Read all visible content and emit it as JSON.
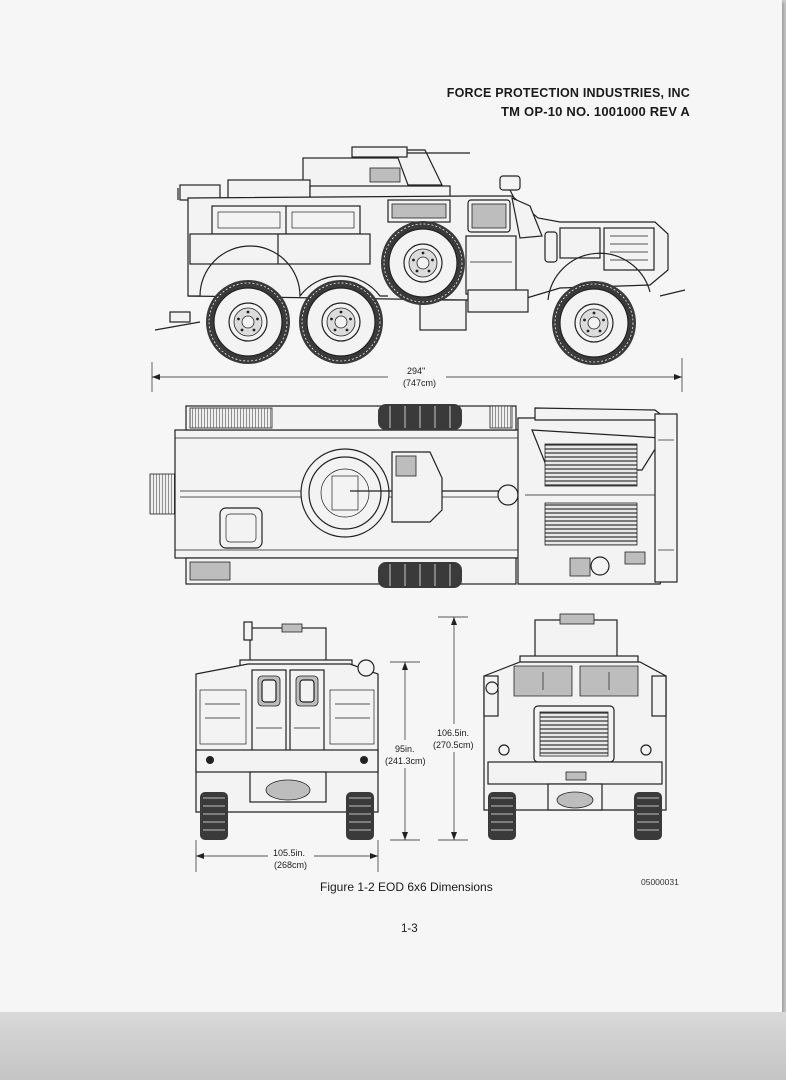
{
  "header": {
    "company": "FORCE PROTECTION INDUSTRIES, INC",
    "tm_number": "TM OP-10 NO. 1001000 REV A"
  },
  "dimensions": {
    "length_in": "294\"",
    "length_cm": "(747cm)",
    "width_in": "105.5in.",
    "width_cm": "(268cm)",
    "hull_height_in": "95in.",
    "hull_height_cm": "(241.3cm)",
    "overall_height_in": "106.5in.",
    "overall_height_cm": "(270.5cm)"
  },
  "figure": {
    "caption": "Figure 1-2  EOD 6x6 Dimensions",
    "code": "05000031"
  },
  "page_number": "1-3"
}
